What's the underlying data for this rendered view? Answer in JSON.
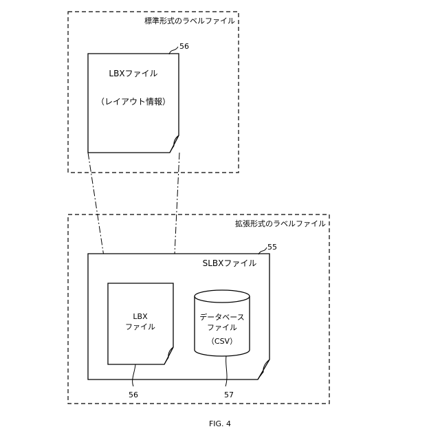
{
  "standard_box": {
    "label": "標準形式のラベルファイル"
  },
  "lbx_doc": {
    "ref": "56",
    "title": "LBXファイル",
    "subtitle": "（レイアウト情報）"
  },
  "extended_box": {
    "label": "拡張形式のラベルファイル"
  },
  "slbx_doc": {
    "ref": "55",
    "title": "SLBXファイル"
  },
  "inner_lbx": {
    "line1": "LBX",
    "line2": "ファイル",
    "ref": "56"
  },
  "database": {
    "line1": "データベース",
    "line2": "ファイル",
    "line3": "（CSV）",
    "ref": "57"
  },
  "caption": "FIG. 4"
}
